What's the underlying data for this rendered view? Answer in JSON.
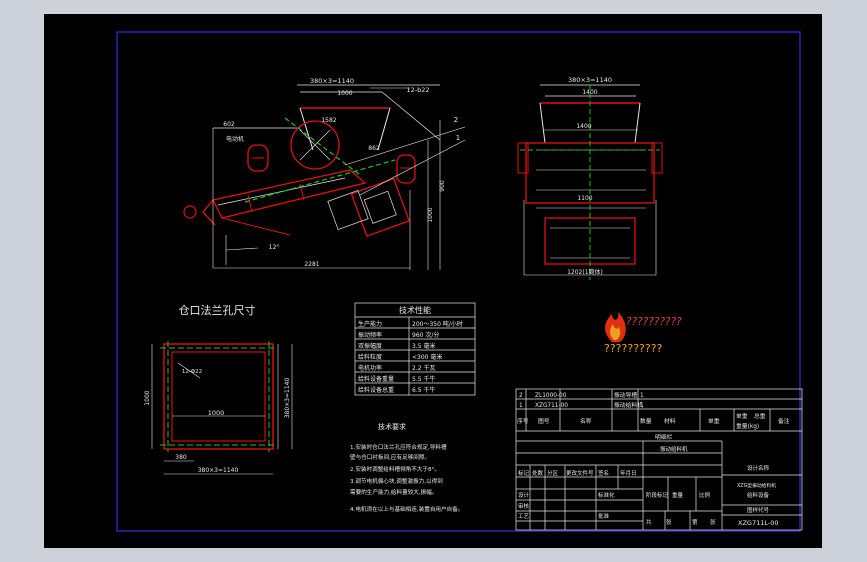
{
  "viewport": {
    "background": "#cdd2da",
    "sheet": "#000000",
    "frame": "#2b2bd6"
  },
  "colors": {
    "red": "#e01010",
    "green": "#20c020",
    "white": "#e8e8e8",
    "cyan": "#30d0d0",
    "yellow": "#e8e8a0"
  },
  "side_view": {
    "dim_top": "380×3=1140",
    "dim_1000": "1000",
    "dim_1582": "1582",
    "dim_602": "602",
    "dim_862": "862",
    "dim_12b22": "12-b22",
    "dim_2281": "2281",
    "dim_900": "900",
    "dim_1000v": "1000",
    "angle": "12°",
    "callout_1": "1",
    "callout_2": "2",
    "motor_label": "电动机"
  },
  "end_view": {
    "dim_top": "380×3=1140",
    "dim_1400": "1400",
    "dim_1100": "1100",
    "dim_bottom": "1202(1筒体)"
  },
  "flange": {
    "title": "仓口法兰孔尺寸",
    "dim_1000": "1000",
    "dim_380": "380",
    "dim_bottom": "380×3=1140",
    "dim_side": "380×3=1140",
    "dim_left": "1000",
    "hole_label": "12-Φ22"
  },
  "specs": {
    "title": "技术性能",
    "rows": [
      {
        "label": "生产能力",
        "value": "200～350 吨/小时"
      },
      {
        "label": "振动频率",
        "value": "960 次/分"
      },
      {
        "label": "双振幅度",
        "value": "3.5 毫米"
      },
      {
        "label": "给料粒度",
        "value": "<300 毫米"
      },
      {
        "label": "电机功率",
        "value": "2.2 千瓦"
      },
      {
        "label": "给料设备重量",
        "value": "5.5 千牛"
      },
      {
        "label": "给料设备总重",
        "value": "6.5 千牛"
      }
    ]
  },
  "notes": {
    "title": "技术要求",
    "items": [
      "1.安装时仓口法兰孔应符合规定,导料槽",
      "  壁与仓口衬板间,应有足够间隙。",
      "2.安装时调整给料槽倾角不大于8°。",
      "3.调节电机偏心块,调整激振力,以得到",
      "  需要的生产能力,给料量较大,振幅。",
      "4.电机须在以上与基础相连,装置自用户自备。"
    ]
  },
  "hazard_label": "??????????",
  "watermark": "??????????",
  "parts_list": {
    "rows": [
      {
        "no": "2",
        "code": "ZL1000-00",
        "name": "振动导槽",
        "qty": "1"
      },
      {
        "no": "1",
        "code": "XZG711-00",
        "name": "振动给料机",
        "qty": "1"
      }
    ],
    "header": {
      "no": "序号",
      "code": "图号",
      "name": "名称",
      "qty": "数量",
      "material": "材料",
      "unit_wt": "单重",
      "total_wt": "总重",
      "wt_unit": "重量(kg)",
      "note": "备注"
    },
    "detail_label": "明细栏"
  },
  "title_block": {
    "drawing_name": "振动给料机",
    "company_line1": "设计名称",
    "company_line2": "XZG型振动给料机",
    "company_line3": "给料设备",
    "drawing_no_label": "图样代号",
    "drawing_no": "XZG711L-00",
    "stage_label": "阶段标记",
    "weight_label": "重量",
    "scale_label": "比例",
    "sheets_label": "共",
    "sheet_label": "张",
    "page_label": "第",
    "page_unit": "张",
    "rev": {
      "mark": "标记",
      "count": "处数",
      "zone": "分区",
      "doc": "更改文件号",
      "sign": "签名",
      "date": "年月日"
    },
    "roles": {
      "design": "设计",
      "standard": "标准化",
      "check": "审核",
      "process": "工艺",
      "approve": "批准"
    }
  }
}
